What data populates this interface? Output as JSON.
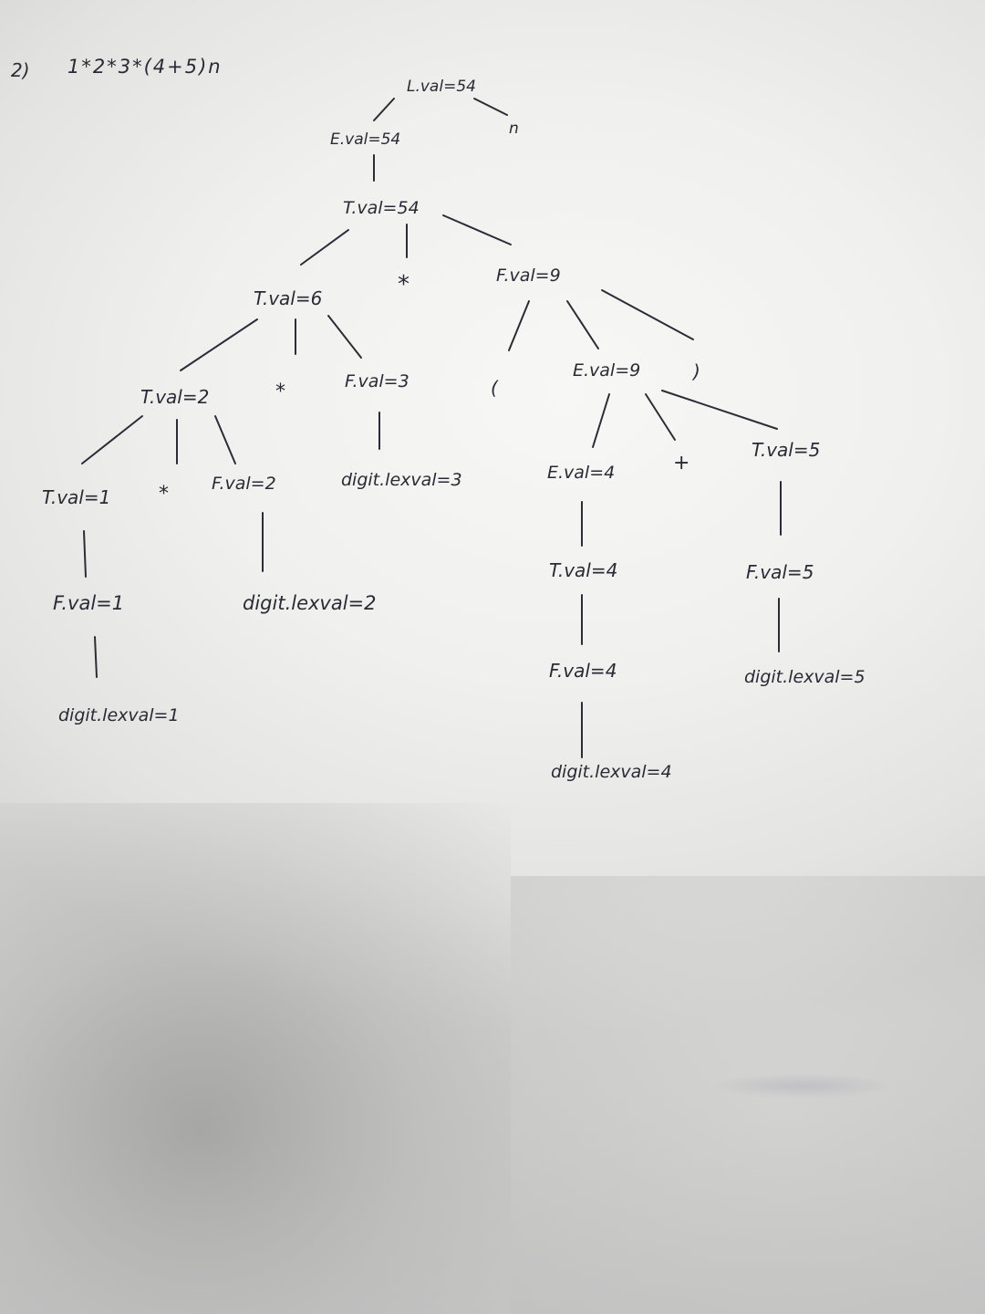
{
  "problem": {
    "number": "2)",
    "expression": "1*2*3*(4+5)n"
  },
  "nodes": {
    "L": "L.val=54",
    "n": "n",
    "E_root": "E.val=54",
    "T_root": "T.val=54",
    "T6": "T.val=6",
    "star_top": "*",
    "F9": "F.val=9",
    "T2": "T.val=2",
    "star_mid": "*",
    "F3": "F.val=3",
    "lparen": "(",
    "E9": "E.val=9",
    "rparen": ")",
    "T1": "T.val=1",
    "star_low": "*",
    "F2": "F.val=2",
    "digit3": "digit.lexval=3",
    "E4": "E.val=4",
    "plus": "+",
    "T5": "T.val=5",
    "F1": "F.val=1",
    "digit2": "digit.lexval=2",
    "T4": "T.val=4",
    "F5": "F.val=5",
    "digit1": "digit.lexval=1",
    "F4": "F.val=4",
    "digit5": "digit.lexval=5",
    "digit4": "digit.lexval=4"
  },
  "colors": {
    "ink": "#2a2a36",
    "paper": "#f3f3f1"
  }
}
